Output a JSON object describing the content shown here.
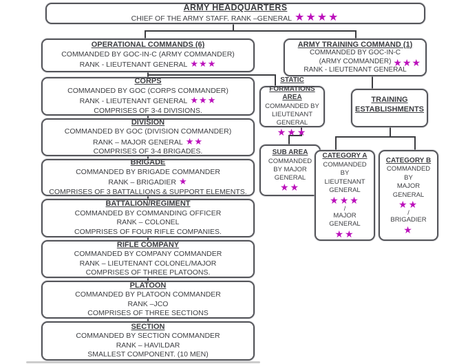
{
  "diagram_title": "ARMY HEADQUARTERS",
  "colors": {
    "star": "#bb10bb",
    "border": "#54555a",
    "text": "#3d3e42"
  },
  "boxes": {
    "hq": {
      "title": "ARMY HEADQUARTERS",
      "line1": "CHIEF OF THE ARMY STAFF. RANK –GENERAL",
      "stars": "★★★★"
    },
    "oc": {
      "title": "OPERATIONAL COMMANDS  (6)",
      "lines": [
        "COMMANDED BY GOC-IN-C (ARMY COMMANDER)",
        "RANK - LIEUTENANT GENERAL"
      ],
      "stars": "★★★"
    },
    "atc": {
      "title": "ARMY TRAINING COMMAND (1)",
      "lines": [
        "COMMANDED BY GOC-IN-C",
        "(ARMY COMMANDER)",
        "RANK - LIEUTENANT GENERAL"
      ],
      "stars": "★★★"
    },
    "corps": {
      "title": "CORPS",
      "lines": [
        "COMMANDED BY GOC (CORPS COMMANDER)",
        "RANK - LIEUTENANT GENERAL",
        "COMPRISES OF 3-4 DIVISIONS."
      ],
      "stars": "★★★"
    },
    "division": {
      "title": "DIVISION",
      "lines": [
        "COMMANDED BY GOC (DIVISION COMMANDER)",
        "RANK – MAJOR  GENERAL",
        "COMPRISES OF 3-4 BRIGADES."
      ],
      "stars": "★★"
    },
    "brigade": {
      "title": "BRIGADE",
      "lines": [
        "COMMANDED BY BRIGADE COMMANDER",
        "RANK – BRIGADIER",
        "COMPRISES OF 3 BATTALLIONS & SUPPORT ELEMENTS."
      ],
      "stars": "★"
    },
    "battalion": {
      "title": "BATTALION/REGIMENT",
      "lines": [
        "COMMANDED BY COMMANDING OFFICER",
        "RANK – COLONEL",
        "COMPRISES OF FOUR RIFLE COMPANIES."
      ]
    },
    "rifle": {
      "title": "RIFLE COMPANY",
      "lines": [
        "COMMANDED BY COMPANY COMMANDER",
        "RANK – LIEUTENANT COLONEL/MAJOR",
        "COMPRISES OF THREE PLATOONS."
      ]
    },
    "platoon": {
      "title": "PLATOON",
      "lines": [
        "COMMANDED BY PLATOON COMMANDER",
        "RANK –JCO",
        "COMPRISES OF THREE SECTIONS"
      ]
    },
    "section": {
      "title": "SECTION",
      "lines": [
        "COMMANDED BY SECTION COMMANDER",
        "RANK – HAVILDAR",
        "SMALLEST COMPONENT. (10 MEN)"
      ]
    },
    "sfa": {
      "title": "STATIC FORMATIONS AREA",
      "lines": [
        "COMMANDED BY",
        "LIEUTENANT GENERAL"
      ],
      "stars": "★★★"
    },
    "subarea": {
      "title": "SUB AREA",
      "lines": [
        "COMMANDED",
        "BY MAJOR",
        "GENERAL"
      ],
      "stars": "★★"
    },
    "te": {
      "title": "TRAINING ESTABLISHMENTS"
    },
    "catA": {
      "title": "CATEGORY  A",
      "lines": [
        "COMMANDED",
        "BY",
        "LIEUTENANT",
        "GENERAL"
      ],
      "stars1": "★★★",
      "slash": "/",
      "lines2": [
        "MAJOR",
        "GENERAL"
      ],
      "stars2": "★★"
    },
    "catB": {
      "title": "CATEGORY B",
      "lines": [
        "COMMANDED",
        "BY",
        "MAJOR",
        "GENERAL"
      ],
      "stars1": "★★",
      "slash": "/",
      "lines2": [
        "BRIGADIER"
      ],
      "stars2": "★"
    }
  }
}
